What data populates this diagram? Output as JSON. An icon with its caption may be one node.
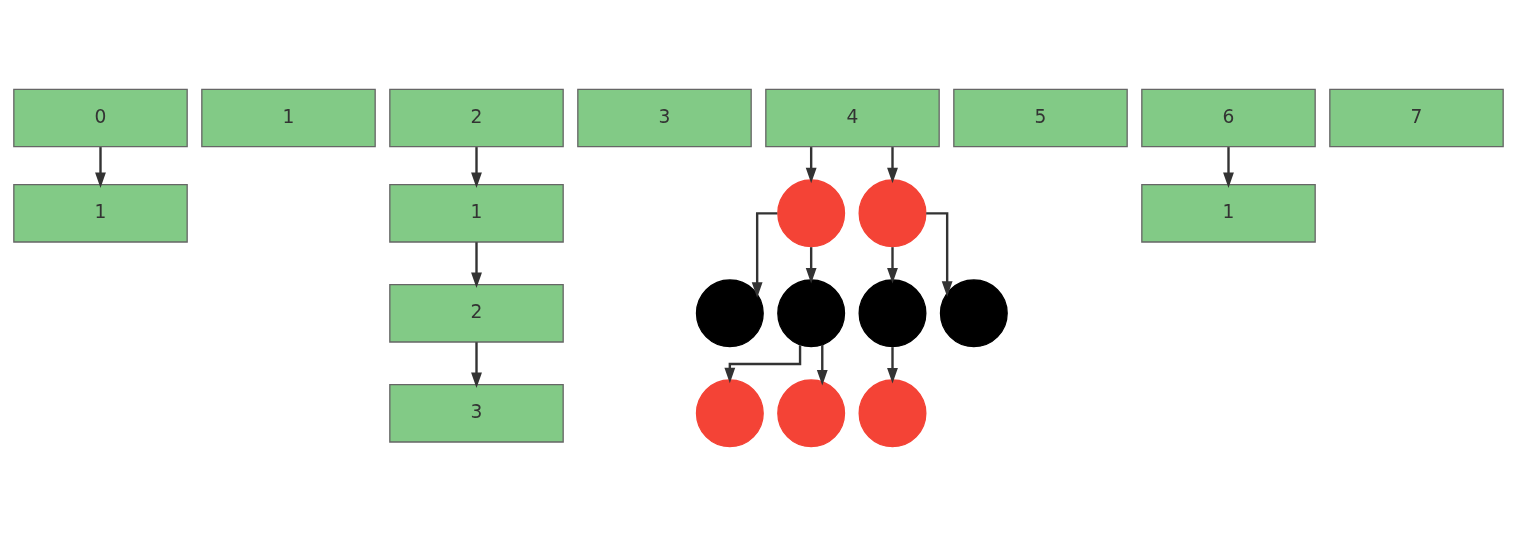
{
  "diagram": {
    "nodes": [
      {
        "text": [
          "0"
        ]
      },
      {
        "text": [
          "1"
        ]
      },
      {
        "text": [
          "2"
        ]
      },
      {
        "text": [
          "3"
        ]
      },
      {
        "text": [
          "4"
        ]
      },
      {
        "text": [
          "5"
        ]
      },
      {
        "text": [
          "6"
        ]
      },
      {
        "text": [
          "7"
        ]
      },
      {
        "text": [
          "1"
        ]
      },
      {
        "text": [
          "1"
        ]
      },
      {
        "text": [
          "1"
        ]
      },
      {
        "text": [
          "2"
        ]
      },
      {
        "text": [
          "3"
        ]
      },
      {
        "text": [],
        "shape": "circle"
      },
      {
        "text": [],
        "shape": "circle"
      },
      {
        "text": [],
        "shape": "circle"
      },
      {
        "text": [],
        "shape": "circle"
      },
      {
        "text": [],
        "shape": "circle"
      },
      {
        "text": [],
        "shape": "circle"
      },
      {
        "text": [],
        "shape": "circle"
      },
      {
        "text": [],
        "shape": "circle"
      },
      {
        "text": [],
        "shape": "circle"
      }
    ],
    "edges": [
      {
        "from": 0,
        "to": 8,
        "arrow": "to"
      },
      {
        "from": 2,
        "to": 9,
        "arrow": "to"
      },
      {
        "from": 9,
        "to": 11,
        "arrow": "to"
      },
      {
        "from": 11,
        "to": 12,
        "arrow": "to"
      },
      {
        "from": 6,
        "to": 10,
        "arrow": "to"
      },
      {
        "from": 4,
        "to": 13,
        "arrow": "to"
      },
      {
        "from": 4,
        "to": 14,
        "arrow": "to"
      },
      {
        "from": 13,
        "to": 15,
        "arrow": "to"
      },
      {
        "from": 13,
        "to": 16,
        "arrow": "to"
      },
      {
        "from": 14,
        "to": 17,
        "arrow": "to"
      },
      {
        "from": 14,
        "to": 18,
        "arrow": "to"
      },
      {
        "from": 16,
        "to": 19,
        "arrow": "to"
      },
      {
        "from": 16,
        "to": 20,
        "arrow": "to"
      },
      {
        "from": 17,
        "to": 21,
        "arrow": "to"
      }
    ]
  }
}
